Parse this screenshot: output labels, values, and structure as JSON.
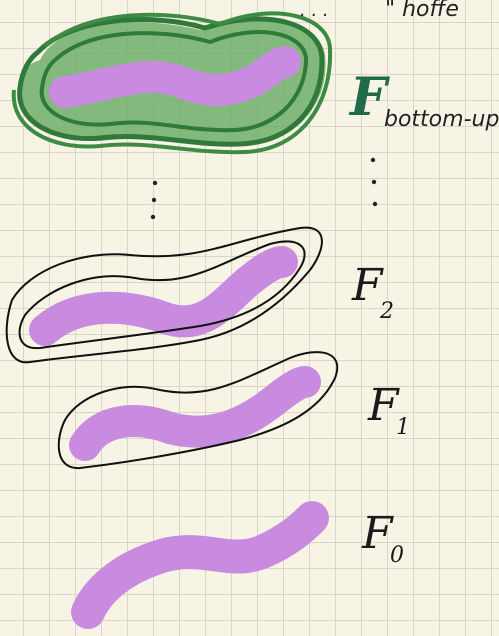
{
  "labels": {
    "f_bottom_up_symbol": "F",
    "f_bottom_up_sub": "bottom-up",
    "f2_symbol": "F",
    "f2_sub": "2",
    "f1_symbol": "F",
    "f1_sub": "1",
    "f0_symbol": "F",
    "f0_sub": "0",
    "top_note": "\" hoffe"
  },
  "colors": {
    "background": "#f7f4e6",
    "grid": "#d9d6c6",
    "stroke_fill": "#c98be0",
    "green_fill": "#6fae6a",
    "green_dark": "#2f7a3a",
    "ink": "#111111",
    "label_green": "#1f6b4a"
  }
}
